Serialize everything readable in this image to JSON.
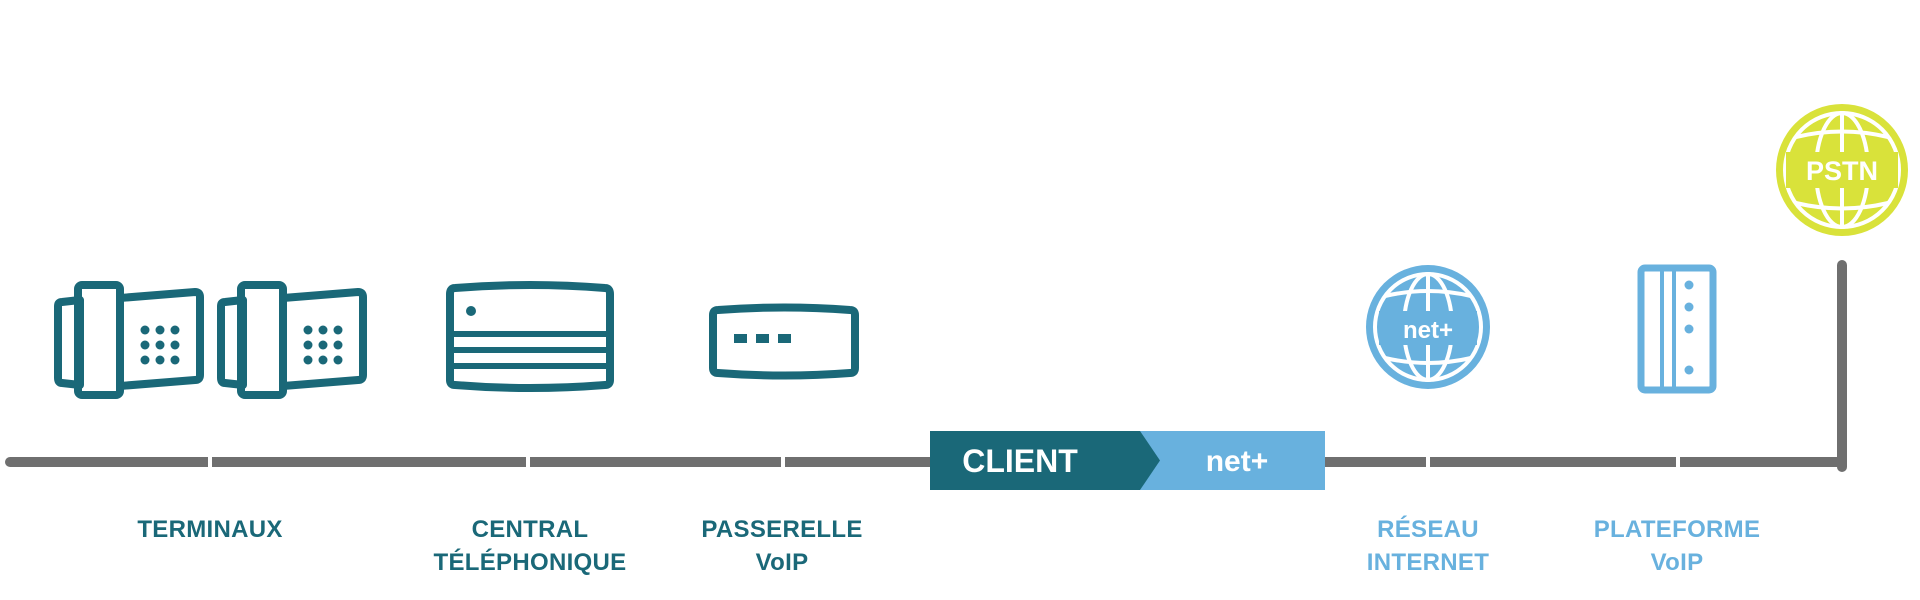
{
  "colors": {
    "client_dark": "#1a6878",
    "provider_light": "#68b1de",
    "pstn_yellow": "#d9e23a",
    "line_gray": "#6f6f6f"
  },
  "banner": {
    "client_label": "CLIENT",
    "provider_label": "net+"
  },
  "internet_globe": {
    "label": "net+",
    "icon": "globe-icon"
  },
  "pstn_globe": {
    "label": "PSTN",
    "icon": "globe-icon"
  },
  "stages": [
    {
      "id": "terminaux",
      "lines": [
        "TERMINAUX"
      ],
      "icon": "phone-icon"
    },
    {
      "id": "central",
      "lines": [
        "CENTRAL",
        "TÉLÉPHONIQUE"
      ],
      "icon": "pbx-icon"
    },
    {
      "id": "passerelle",
      "lines": [
        "PASSERELLE",
        "VoIP"
      ],
      "icon": "gateway-icon"
    },
    {
      "id": "reseau",
      "lines": [
        "RÉSEAU",
        "INTERNET"
      ],
      "icon": "globe-icon"
    },
    {
      "id": "plateforme",
      "lines": [
        "PLATEFORME",
        "VoIP"
      ],
      "icon": "server-icon"
    }
  ]
}
